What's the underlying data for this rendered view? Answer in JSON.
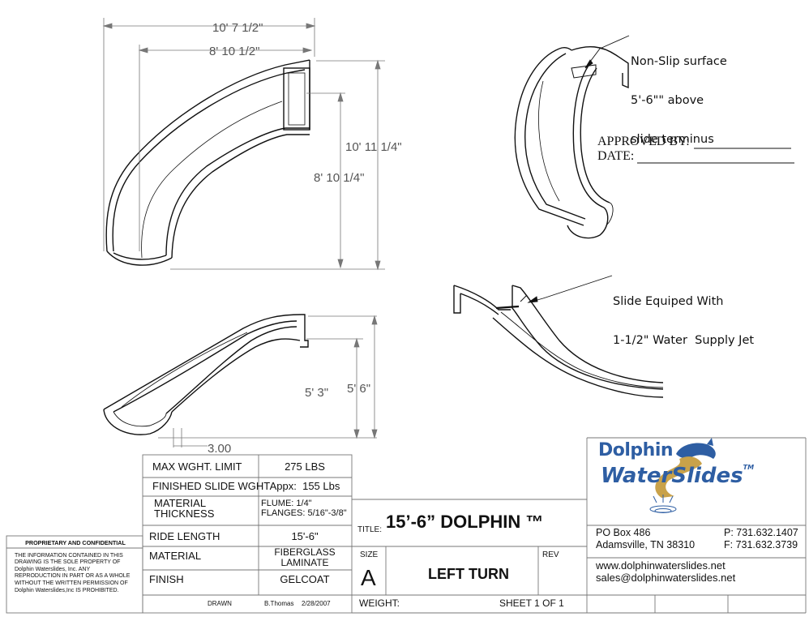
{
  "dimensions": {
    "top_view_width_total": "10' 7 1/2\"",
    "top_view_width_inner": "8' 10 1/2\"",
    "top_view_height_total": "10' 11 1/4\"",
    "top_view_height_inner": "8' 10 1/4\"",
    "side_view_height_inner": "5' 3\"",
    "side_view_height_total": "5' 6\"",
    "side_view_offset": "3.00"
  },
  "notes": {
    "non_slip": [
      "Non-Slip surface",
      "5'-6\"\" above",
      "slide terminus"
    ],
    "water_jet": [
      "Slide Equiped With",
      "1-1/2\" Water  Supply Jet"
    ]
  },
  "approval": {
    "approved_by": "APPROVED BY:",
    "date": "DATE:"
  },
  "specs": [
    {
      "label": "MAX WGHT. LIMIT",
      "value": "275 LBS"
    },
    {
      "label": "FINISHED SLIDE WGHT",
      "value": "Appx:  155 Lbs"
    },
    {
      "label": "MATERIAL\nTHICKNESS",
      "value": "FLUME: 1/4\"\nFLANGES: 5/16\"-3/8\""
    },
    {
      "label": "RIDE LENGTH",
      "value": "15'-6\""
    },
    {
      "label": "MATERIAL",
      "value": "FIBERGLASS\nLAMINATE"
    },
    {
      "label": "FINISH",
      "value": "GELCOAT"
    }
  ],
  "drawn": {
    "label": "DRAWN",
    "by": "B.Thomas",
    "date": "2/28/2007"
  },
  "proprietary": {
    "heading": "PROPRIETARY AND CONFIDENTIAL",
    "text": "THE INFORMATION CONTAINED IN THIS DRAWING IS THE SOLE PROPERTY OF Dolphin Waterslides, Inc.  ANY REPRODUCTION IN PART OR AS A WHOLE WITHOUT THE WRITTEN PERMISSION OF Dolphin Waterslides,Inc IS PROHIBITED."
  },
  "title_block": {
    "title_label": "TITLE:",
    "title": "15’-6” DOLPHIN ™",
    "size_label": "SIZE",
    "size": "A",
    "description": "LEFT TURN",
    "rev_label": "REV",
    "weight_label": "WEIGHT:",
    "sheet": "SHEET 1 OF 1"
  },
  "company": {
    "logo_line1": "Dolphin",
    "logo_line2": "WaterSlides",
    "logo_tm": "TM",
    "address1": "PO Box 486",
    "address2": "Adamsville, TN 38310",
    "phone": "P: 731.632.1407",
    "fax": "F: 731.632.3739",
    "website": "www.dolphinwaterslides.net",
    "email": "sales@dolphinwaterslides.net"
  },
  "colors": {
    "logo_blue": "#2e5ea3",
    "logo_gold": "#c9a24a",
    "dimension_gray": "#666666",
    "line": "#111111"
  }
}
